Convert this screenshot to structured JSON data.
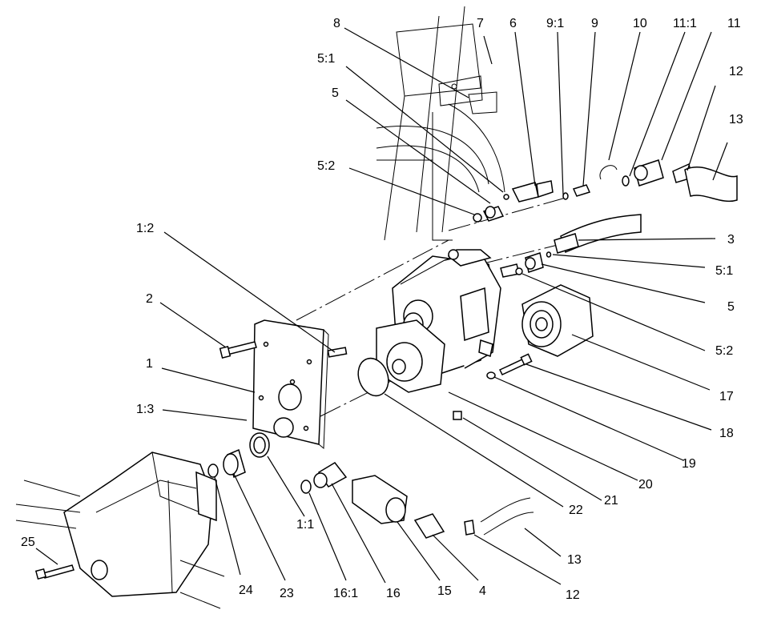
{
  "diagram": {
    "callouts": [
      {
        "id": "c8",
        "text": "8"
      },
      {
        "id": "c7",
        "text": "7"
      },
      {
        "id": "c6",
        "text": "6"
      },
      {
        "id": "c9_1",
        "text": "9:1"
      },
      {
        "id": "c9",
        "text": "9"
      },
      {
        "id": "c10",
        "text": "10"
      },
      {
        "id": "c11_1",
        "text": "11:1"
      },
      {
        "id": "c11",
        "text": "11"
      },
      {
        "id": "c12a",
        "text": "12"
      },
      {
        "id": "c13a",
        "text": "13"
      },
      {
        "id": "c5_1a",
        "text": "5:1"
      },
      {
        "id": "c5a",
        "text": "5"
      },
      {
        "id": "c5_2a",
        "text": "5:2"
      },
      {
        "id": "c1_2",
        "text": "1:2"
      },
      {
        "id": "c3",
        "text": "3"
      },
      {
        "id": "c5_1b",
        "text": "5:1"
      },
      {
        "id": "c5b",
        "text": "5"
      },
      {
        "id": "c2",
        "text": "2"
      },
      {
        "id": "c5_2b",
        "text": "5:2"
      },
      {
        "id": "c1",
        "text": "1"
      },
      {
        "id": "c17",
        "text": "17"
      },
      {
        "id": "c1_3",
        "text": "1:3"
      },
      {
        "id": "c18",
        "text": "18"
      },
      {
        "id": "c19",
        "text": "19"
      },
      {
        "id": "c20",
        "text": "20"
      },
      {
        "id": "c21",
        "text": "21"
      },
      {
        "id": "c22",
        "text": "22"
      },
      {
        "id": "c1_1",
        "text": "1:1"
      },
      {
        "id": "c13b",
        "text": "13"
      },
      {
        "id": "c25",
        "text": "25"
      },
      {
        "id": "c24",
        "text": "24"
      },
      {
        "id": "c23",
        "text": "23"
      },
      {
        "id": "c16_1",
        "text": "16:1"
      },
      {
        "id": "c16",
        "text": "16"
      },
      {
        "id": "c15",
        "text": "15"
      },
      {
        "id": "c4",
        "text": "4"
      },
      {
        "id": "c12b",
        "text": "12"
      }
    ]
  }
}
